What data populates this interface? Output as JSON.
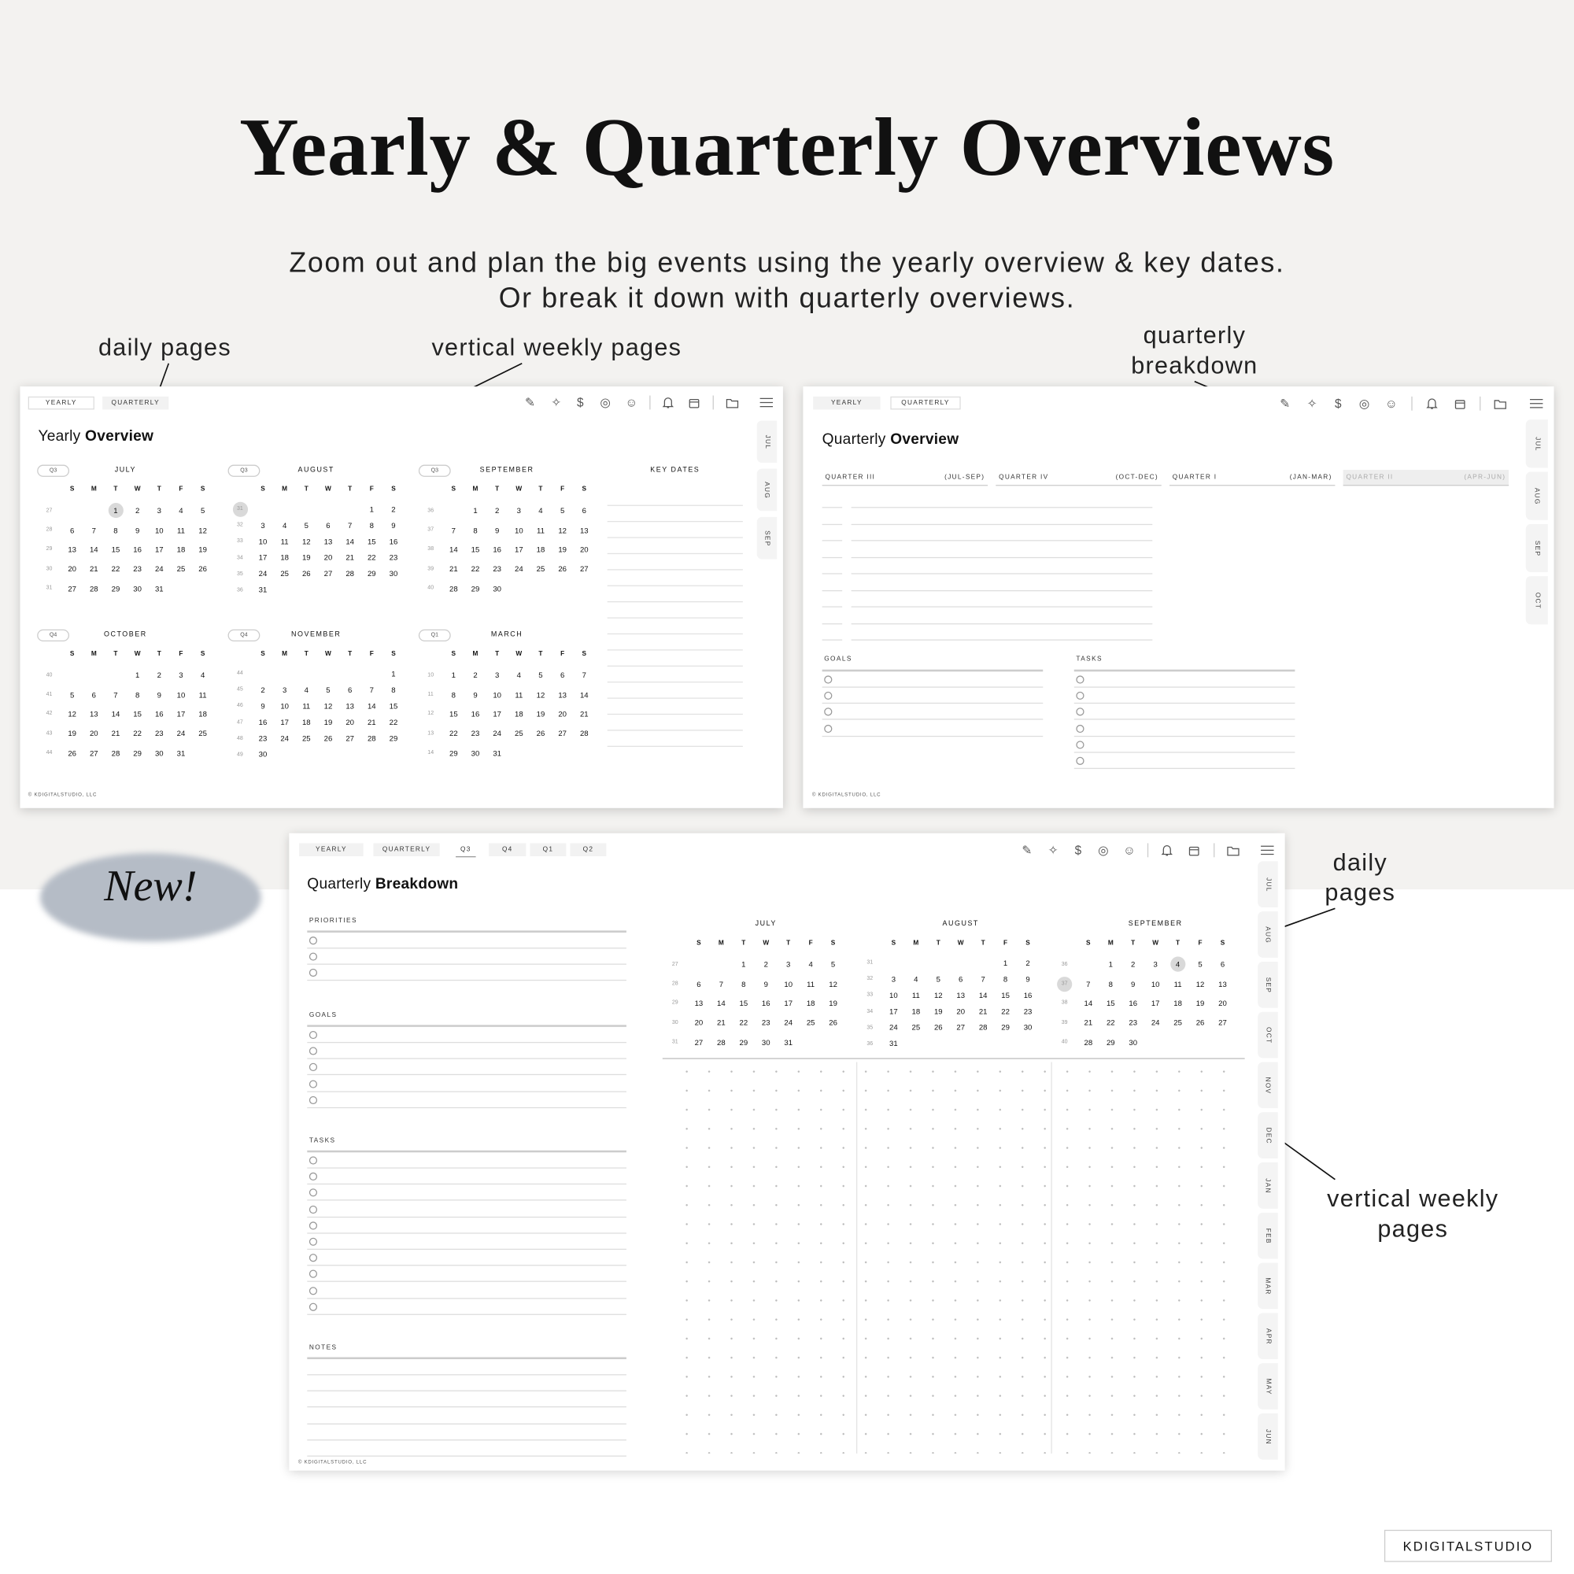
{
  "header": {
    "title": "Yearly & Quarterly Overviews",
    "subtitle_line1": "Zoom out and plan the big events using the yearly overview & key dates.",
    "subtitle_line2": "Or break it down with quarterly overviews."
  },
  "annotations": {
    "daily_pages_left": "daily pages",
    "vertical_weekly_top": "vertical weekly pages",
    "quarterly_breakdown": "quarterly\nbreakdown",
    "daily_pages_right": "daily\npages",
    "vertical_weekly_bottom": "vertical weekly\npages"
  },
  "badge_new": "New!",
  "brand": "KDIGITALSTUDIO",
  "toolbar_icons": [
    "pencil-icon",
    "sparkle-icon",
    "dollar-icon",
    "target-icon",
    "smiley-icon",
    "bell-icon",
    "calendar-icon",
    "folder-icon",
    "menu-icon"
  ],
  "weekday_labels": [
    "S",
    "M",
    "T",
    "W",
    "T",
    "F",
    "S"
  ],
  "calendar": {
    "JULY": {
      "name": "JULY",
      "q": "Q3",
      "rows": [
        [
          27,
          "",
          "",
          1,
          2,
          3,
          4,
          5
        ],
        [
          28,
          6,
          7,
          8,
          9,
          10,
          11,
          12
        ],
        [
          29,
          13,
          14,
          15,
          16,
          17,
          18,
          19
        ],
        [
          30,
          20,
          21,
          22,
          23,
          24,
          25,
          26
        ],
        [
          31,
          27,
          28,
          29,
          30,
          31,
          "",
          ""
        ]
      ]
    },
    "AUGUST": {
      "name": "AUGUST",
      "q": "Q3",
      "rows": [
        [
          31,
          "",
          "",
          "",
          "",
          "",
          1,
          2
        ],
        [
          32,
          3,
          4,
          5,
          6,
          7,
          8,
          9
        ],
        [
          33,
          10,
          11,
          12,
          13,
          14,
          15,
          16
        ],
        [
          34,
          17,
          18,
          19,
          20,
          21,
          22,
          23
        ],
        [
          35,
          24,
          25,
          26,
          27,
          28,
          29,
          30
        ],
        [
          36,
          31,
          "",
          "",
          "",
          "",
          "",
          ""
        ]
      ]
    },
    "SEPTEMBER": {
      "name": "SEPTEMBER",
      "q": "Q3",
      "rows": [
        [
          36,
          "",
          1,
          2,
          3,
          4,
          5,
          6
        ],
        [
          37,
          7,
          8,
          9,
          10,
          11,
          12,
          13
        ],
        [
          38,
          14,
          15,
          16,
          17,
          18,
          19,
          20
        ],
        [
          39,
          21,
          22,
          23,
          24,
          25,
          26,
          27
        ],
        [
          40,
          28,
          29,
          30,
          "",
          "",
          "",
          ""
        ]
      ]
    },
    "OCTOBER": {
      "name": "OCTOBER",
      "q": "Q4",
      "rows": [
        [
          40,
          "",
          "",
          "",
          1,
          2,
          3,
          4
        ],
        [
          41,
          5,
          6,
          7,
          8,
          9,
          10,
          11
        ],
        [
          42,
          12,
          13,
          14,
          15,
          16,
          17,
          18
        ],
        [
          43,
          19,
          20,
          21,
          22,
          23,
          24,
          25
        ],
        [
          44,
          26,
          27,
          28,
          29,
          30,
          31,
          ""
        ]
      ]
    },
    "NOVEMBER": {
      "name": "NOVEMBER",
      "q": "Q4",
      "rows": [
        [
          44,
          "",
          "",
          "",
          "",
          "",
          "",
          1
        ],
        [
          45,
          2,
          3,
          4,
          5,
          6,
          7,
          8
        ],
        [
          46,
          9,
          10,
          11,
          12,
          13,
          14,
          15
        ],
        [
          47,
          16,
          17,
          18,
          19,
          20,
          21,
          22
        ],
        [
          48,
          23,
          24,
          25,
          26,
          27,
          28,
          29
        ],
        [
          49,
          30,
          "",
          "",
          "",
          "",
          "",
          ""
        ]
      ]
    },
    "MARCH": {
      "name": "MARCH",
      "q": "Q1",
      "rows": [
        [
          10,
          1,
          2,
          3,
          4,
          5,
          6,
          7
        ],
        [
          11,
          8,
          9,
          10,
          11,
          12,
          13,
          14
        ],
        [
          12,
          15,
          16,
          17,
          18,
          19,
          20,
          21
        ],
        [
          13,
          22,
          23,
          24,
          25,
          26,
          27,
          28
        ],
        [
          14,
          29,
          30,
          31,
          "",
          "",
          "",
          ""
        ]
      ]
    }
  },
  "yearly": {
    "tabs": [
      {
        "label": "YEARLY",
        "active": true
      },
      {
        "label": "QUARTERLY",
        "active": false
      }
    ],
    "title_light": "Yearly ",
    "title_bold": "Overview",
    "key_dates_label": "KEY DATES",
    "months": [
      "JULY",
      "AUGUST",
      "SEPTEMBER",
      "OCTOBER",
      "NOVEMBER",
      "MARCH"
    ],
    "highlights": [
      {
        "month": "JULY",
        "day": 1
      },
      {
        "month": "AUGUST",
        "week": 31
      }
    ],
    "side_tabs": [
      "JUL",
      "AUG",
      "SEP"
    ],
    "footer": "© KDIGITALSTUDIO, LLC"
  },
  "quarterly": {
    "tabs": [
      {
        "label": "YEARLY",
        "active": false
      },
      {
        "label": "QUARTERLY",
        "active": true
      }
    ],
    "title_light": "Quarterly ",
    "title_bold": "Overview",
    "quarters": [
      {
        "name": "QUARTER III",
        "range": "(JUL-SEP)",
        "dim": false
      },
      {
        "name": "QUARTER IV",
        "range": "(OCT-DEC)",
        "dim": false
      },
      {
        "name": "QUARTER I",
        "range": "(JAN-MAR)",
        "dim": false
      },
      {
        "name": "QUARTER II",
        "range": "(APR-JUN)",
        "dim": true
      }
    ],
    "goals_label": "GOALS",
    "tasks_label": "TASKS",
    "side_tabs": [
      "JUL",
      "AUG",
      "SEP",
      "OCT"
    ],
    "footer": "© KDIGITALSTUDIO, LLC"
  },
  "breakdown": {
    "tabs": [
      {
        "label": "YEARLY"
      },
      {
        "label": "QUARTERLY"
      },
      {
        "label": "Q3",
        "current": true
      },
      {
        "label": "Q4"
      },
      {
        "label": "Q1"
      },
      {
        "label": "Q2"
      }
    ],
    "title_light": "Quarterly ",
    "title_bold": "Breakdown",
    "priorities_label": "PRIORITIES",
    "goals_label": "GOALS",
    "tasks_label": "TASKS",
    "notes_label": "NOTES",
    "months": [
      "JULY",
      "AUGUST",
      "SEPTEMBER"
    ],
    "highlights": [
      {
        "month": "SEPTEMBER",
        "day": 4
      },
      {
        "month": "SEPTEMBER",
        "week": 37
      }
    ],
    "side_tabs": [
      "JUL",
      "AUG",
      "SEP",
      "OCT",
      "NOV",
      "DEC",
      "JAN",
      "FEB",
      "MAR",
      "APR",
      "MAY",
      "JUN"
    ],
    "footer": "© KDIGITALSTUDIO, LLC"
  }
}
